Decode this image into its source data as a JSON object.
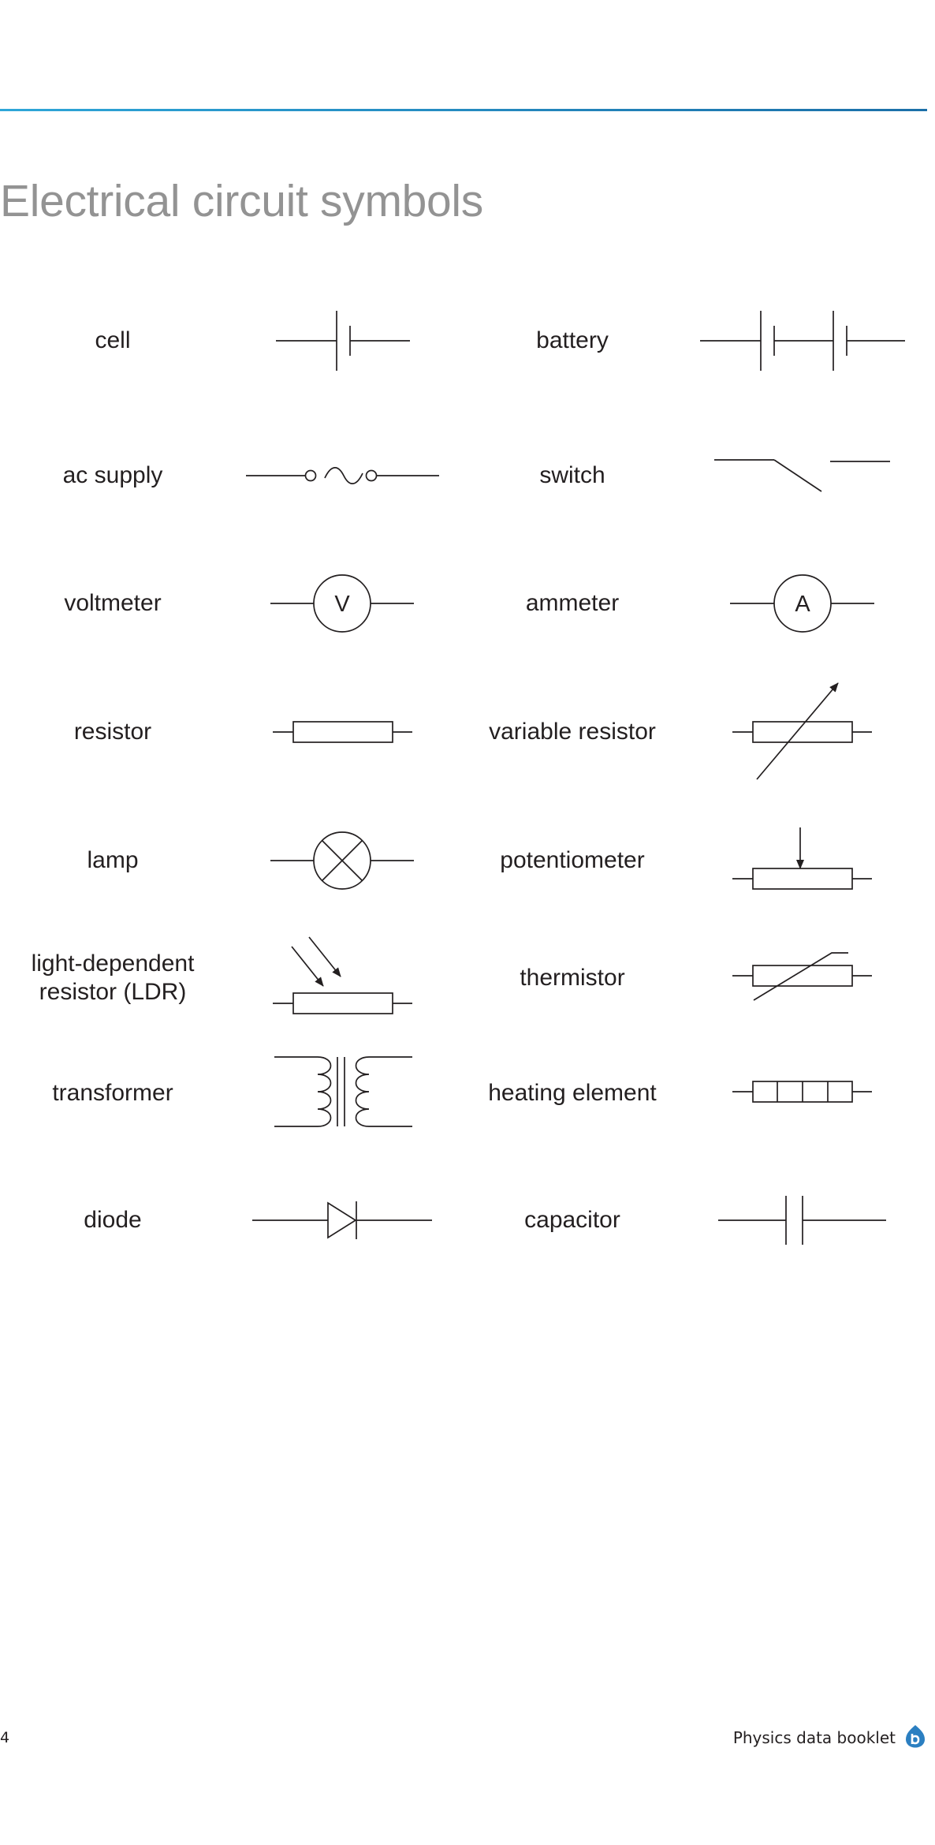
{
  "page": {
    "title": "Electrical circuit symbols",
    "page_number": "4",
    "footer_title": "Physics data booklet",
    "accent_color": "#1b6fa8"
  },
  "symbols": {
    "cell": {
      "label": "cell"
    },
    "battery": {
      "label": "battery"
    },
    "ac_supply": {
      "label": "ac supply"
    },
    "switch": {
      "label": "switch"
    },
    "voltmeter": {
      "label": "voltmeter",
      "glyph": "V"
    },
    "ammeter": {
      "label": "ammeter",
      "glyph": "A"
    },
    "resistor": {
      "label": "resistor"
    },
    "variable_resistor": {
      "label": "variable resistor"
    },
    "lamp": {
      "label": "lamp"
    },
    "potentiometer": {
      "label": "potentiometer"
    },
    "ldr": {
      "label_line1": "light-dependent",
      "label_line2": "resistor (LDR)"
    },
    "thermistor": {
      "label": "thermistor"
    },
    "transformer": {
      "label": "transformer"
    },
    "heating_element": {
      "label": "heating element"
    },
    "diode": {
      "label": "diode"
    },
    "capacitor": {
      "label": "capacitor"
    }
  }
}
